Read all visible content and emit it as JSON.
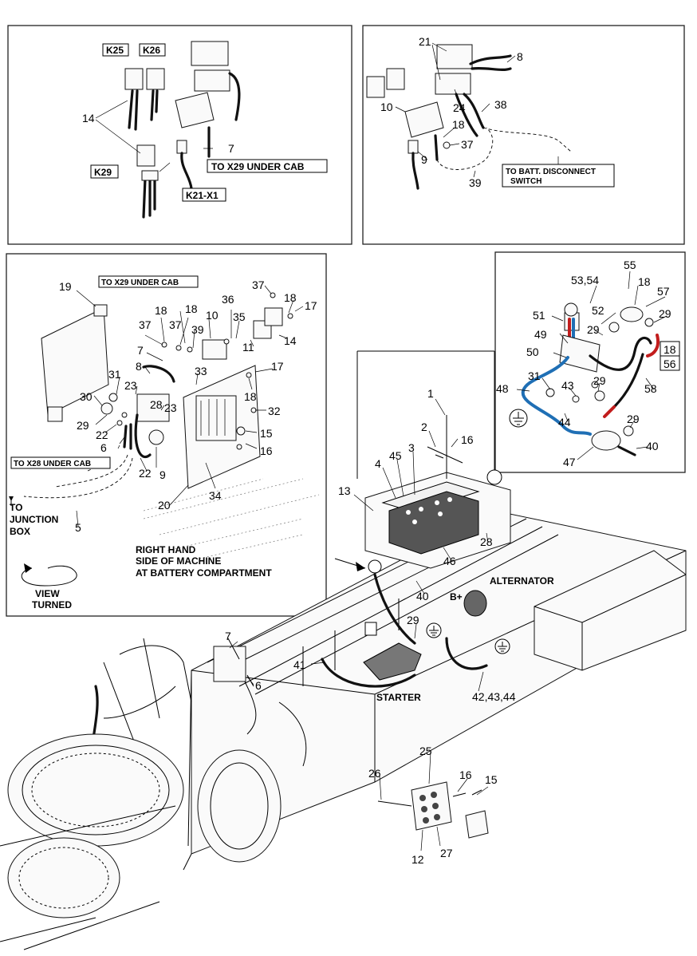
{
  "top_left_panel": {
    "boxed_labels": [
      "K25",
      "K26",
      "K29",
      "TO X29 UNDER CAB",
      "K21-X1"
    ],
    "callouts": [
      "14",
      "7"
    ]
  },
  "top_right_panel": {
    "callouts": [
      "21",
      "8",
      "10",
      "24",
      "38",
      "18",
      "37",
      "9",
      "39"
    ],
    "note_line1": "TO BATT. DISCONNECT",
    "note_line2": "SWITCH"
  },
  "middle_left_panel": {
    "boxed_labels": [
      "TO X29 UNDER CAB",
      "TO X28 UNDER CAB"
    ],
    "callouts": [
      "19",
      "37",
      "18",
      "36",
      "18",
      "37",
      "18",
      "37",
      "39",
      "10",
      "35",
      "17",
      "14",
      "7",
      "11",
      "8",
      "17",
      "31",
      "33",
      "23",
      "30",
      "29",
      "28",
      "23",
      "18",
      "32",
      "22",
      "6",
      "22",
      "9",
      "15",
      "16",
      "34",
      "20",
      "5"
    ],
    "junction_line1": "TO",
    "junction_line2": "JUNCTION",
    "junction_line3": "BOX",
    "side_line1": "RIGHT HAND",
    "side_line2": "SIDE OF MACHINE",
    "side_line3": "AT BATTERY COMPARTMENT",
    "view_line1": "VIEW",
    "view_line2": "TURNED"
  },
  "middle_right_panel": {
    "callouts": [
      "55",
      "53,54",
      "18",
      "57",
      "51",
      "52",
      "29",
      "49",
      "29",
      "50",
      "31",
      "43",
      "48",
      "29",
      "58",
      "44",
      "29",
      "47",
      "40"
    ],
    "boxed_callouts": [
      "18",
      "56"
    ]
  },
  "main_view": {
    "callouts": [
      "1",
      "2",
      "16",
      "3",
      "4",
      "45",
      "13",
      "28",
      "46",
      "40",
      "7",
      "6",
      "29",
      "41",
      "42,43,44",
      "25",
      "26",
      "16",
      "15",
      "12",
      "27"
    ],
    "text_labels": [
      "ALTERNATOR",
      "B+",
      "STARTER"
    ]
  }
}
